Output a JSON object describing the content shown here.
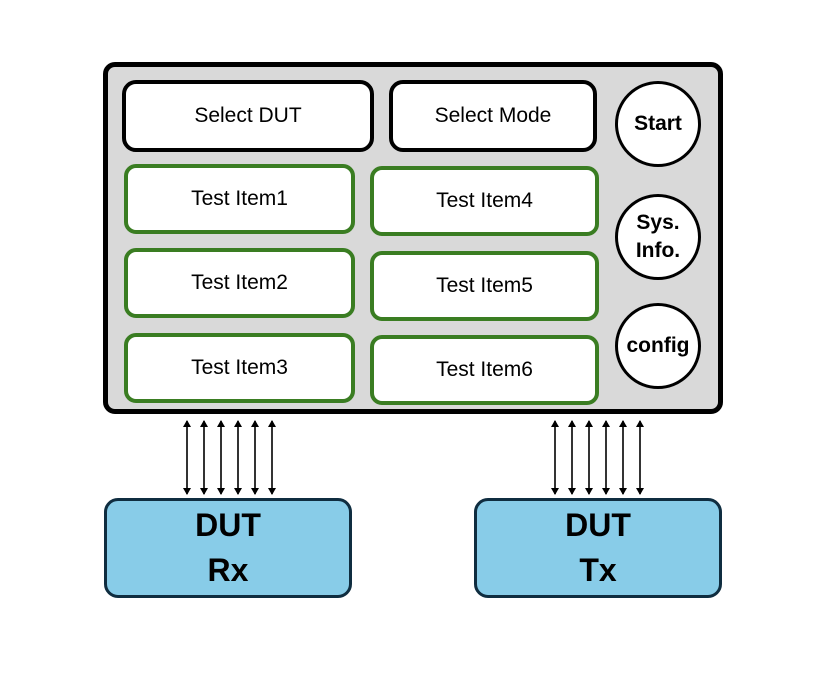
{
  "panel": {
    "select_dut": "Select DUT",
    "select_mode": "Select Mode",
    "test_items": [
      "Test Item1",
      "Test Item2",
      "Test Item3",
      "Test Item4",
      "Test Item5",
      "Test Item6"
    ],
    "start": "Start",
    "sys_info_line1": "Sys.",
    "sys_info_line2": "Info.",
    "config": "config"
  },
  "dut_rx": {
    "line1": "DUT",
    "line2": "Rx"
  },
  "dut_tx": {
    "line1": "DUT",
    "line2": "Tx"
  },
  "colors": {
    "panel_fill": "#d9d9d9",
    "panel_border": "#000000",
    "test_item_border": "#3a7d22",
    "dut_fill": "#88cce8",
    "dut_border": "#0f2d40"
  }
}
